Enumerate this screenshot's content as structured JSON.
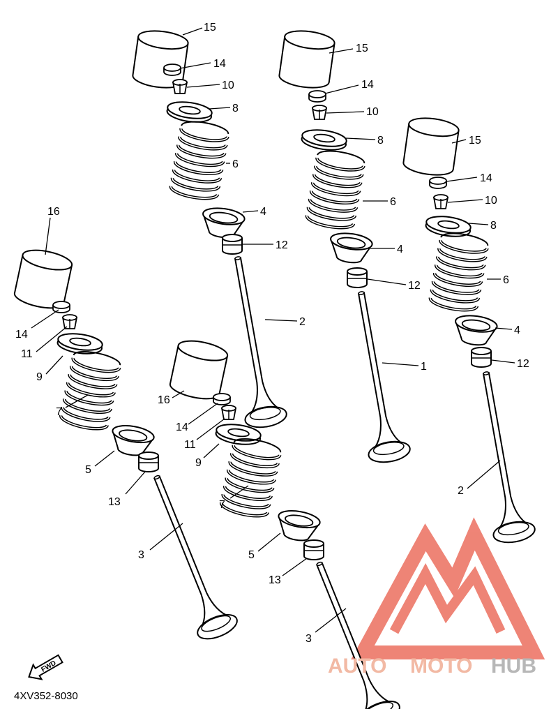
{
  "diagram": {
    "part_labels": {
      "a_15": "15",
      "a_14": "14",
      "a_10": "10",
      "a_8": "8",
      "a_6": "6",
      "a_4": "4",
      "a_12": "12",
      "a_2": "2",
      "b_15": "15",
      "b_14": "14",
      "b_10": "10",
      "b_8": "8",
      "b_6": "6",
      "b_4": "4",
      "b_12": "12",
      "b_1": "1",
      "c_15": "15",
      "c_14": "14",
      "c_10": "10",
      "c_8": "8",
      "c_6": "6",
      "c_4": "4",
      "c_12": "12",
      "c_2": "2",
      "d_16": "16",
      "d_14": "14",
      "d_11": "11",
      "d_9": "9",
      "d_7": "7",
      "d_5": "5",
      "d_13": "13",
      "d_3": "3",
      "e_16": "16",
      "e_14": "14",
      "e_11": "11",
      "e_9": "9",
      "e_7": "7",
      "e_5": "5",
      "e_13": "13",
      "e_3": "3"
    },
    "fwd_label": "FWD",
    "drawing_code": "4XV352-8030"
  },
  "watermark": {
    "brand_part1": "AUTO",
    "brand_part2": "MOTO",
    "brand_part3": "HUB",
    "color_primary": "#f2b9a4",
    "color_secondary": "#b7b7b7",
    "logo_color": "#ec6f5f"
  }
}
